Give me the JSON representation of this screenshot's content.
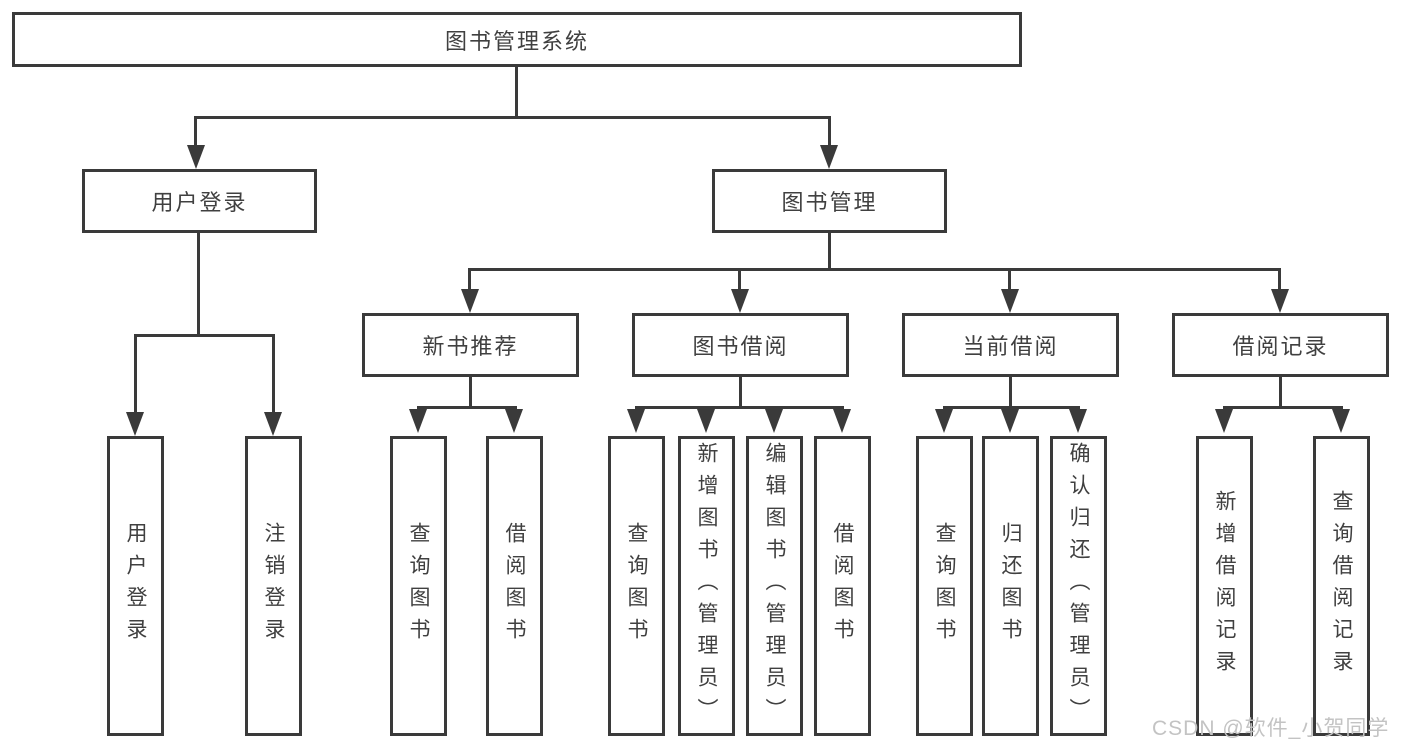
{
  "diagram_type": "hierarchy-tree",
  "tree": {
    "label": "图书管理系统",
    "children": [
      {
        "label": "用户登录",
        "children": [
          {
            "label": "用户登录"
          },
          {
            "label": "注销登录"
          }
        ]
      },
      {
        "label": "图书管理",
        "children": [
          {
            "label": "新书推荐",
            "children": [
              {
                "label": "查询图书"
              },
              {
                "label": "借阅图书"
              }
            ]
          },
          {
            "label": "图书借阅",
            "children": [
              {
                "label": "查询图书"
              },
              {
                "label": "新增图书（管理员）"
              },
              {
                "label": "编辑图书（管理员）"
              },
              {
                "label": "借阅图书"
              }
            ]
          },
          {
            "label": "当前借阅",
            "children": [
              {
                "label": "查询图书"
              },
              {
                "label": "归还图书"
              },
              {
                "label": "确认归还（管理员）"
              }
            ]
          },
          {
            "label": "借阅记录",
            "children": [
              {
                "label": "新增借阅记录"
              },
              {
                "label": "查询借阅记录"
              }
            ]
          }
        ]
      }
    ]
  },
  "watermark": "CSDN @软件_小贺同学",
  "colors": {
    "line": "#3a3a3a",
    "box_border": "#3a3a3a",
    "text": "#404040",
    "background": "#ffffff",
    "watermark": "#c3c3c3"
  }
}
